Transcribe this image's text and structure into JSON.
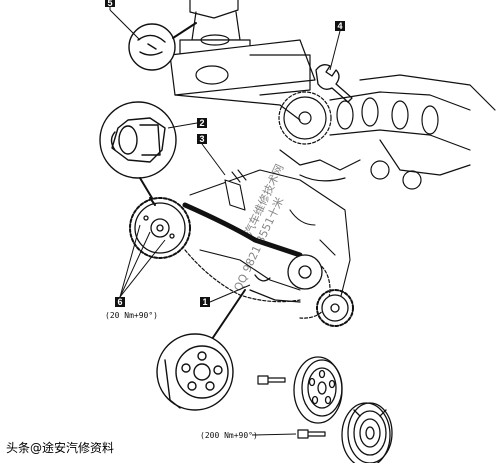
{
  "callouts": {
    "c1": "1",
    "c2": "2",
    "c3": "3",
    "c4": "4",
    "c5": "5",
    "c6": "6"
  },
  "torque": {
    "crank_pulley": "(200 Nm+90°)",
    "camshaft_sprocket": "(20 Nm+90°)"
  },
  "watermark": {
    "line1": "汽车维修技术网",
    "line2": "QQ 9821 8551十米"
  },
  "caption": "头条@途安汽修资料"
}
